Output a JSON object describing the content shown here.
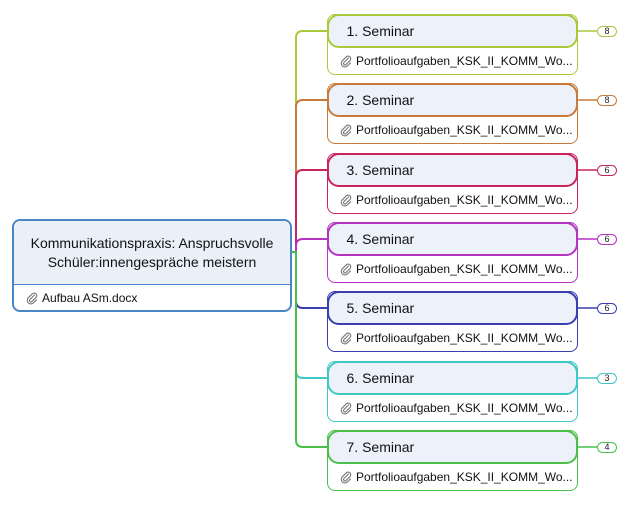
{
  "root": {
    "title": "Kommunikationspraxis: Anspruchsvolle Schüler:innengespräche meistern",
    "attachment": "Aufbau ASm.docx",
    "color": "#4a86c5"
  },
  "seminars": [
    {
      "title": "1. Seminar",
      "attachment": "Portfolioaufgaben_KSK_II_KOMM_Wo...",
      "count": "8",
      "color": "#a9c93a"
    },
    {
      "title": "2. Seminar",
      "attachment": "Portfolioaufgaben_KSK_II_KOMM_Wo...",
      "count": "8",
      "color": "#c87a3a"
    },
    {
      "title": "3. Seminar",
      "attachment": "Portfolioaufgaben_KSK_II_KOMM_Wo...",
      "count": "6",
      "color": "#c8255f"
    },
    {
      "title": "4. Seminar",
      "attachment": "Portfolioaufgaben_KSK_II_KOMM_Wo...",
      "count": "6",
      "color": "#b433c0"
    },
    {
      "title": "5. Seminar",
      "attachment": "Portfolioaufgaben_KSK_II_KOMM_Wo...",
      "count": "6",
      "color": "#3a3fb0"
    },
    {
      "title": "6. Seminar",
      "attachment": "Portfolioaufgaben_KSK_II_KOMM_Wo...",
      "count": "3",
      "color": "#3fc8c4"
    },
    {
      "title": "7. Seminar",
      "attachment": "Portfolioaufgaben_KSK_II_KOMM_Wo...",
      "count": "4",
      "color": "#4ac04a"
    }
  ],
  "icons": {
    "attachment": "paperclip-icon"
  }
}
